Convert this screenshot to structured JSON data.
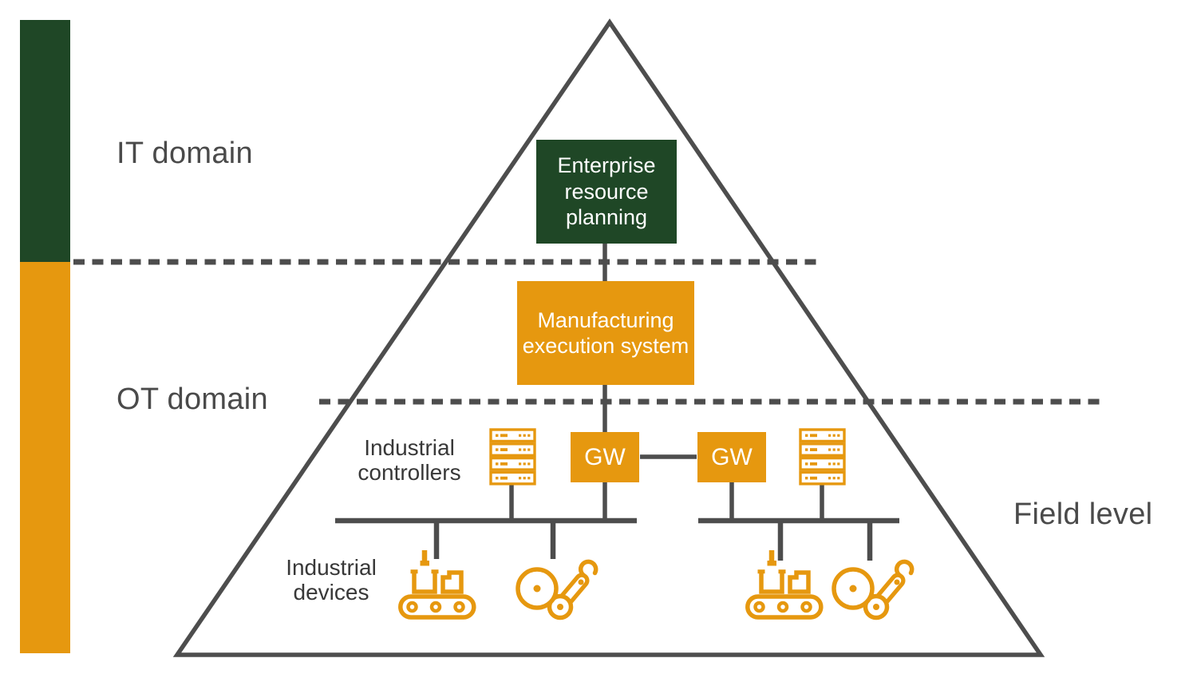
{
  "diagram": {
    "title_visible": false,
    "type": "automation-pyramid",
    "domains": {
      "it_label": "IT domain",
      "ot_label": "OT domain",
      "field_label": "Field level"
    },
    "nodes": {
      "erp": "Enterprise resource planning",
      "mes": "Manufacturing execution system",
      "gw_left": "GW",
      "gw_right": "GW"
    },
    "labels": {
      "industrial_controllers": "Industrial controllers",
      "industrial_devices": "Industrial devices"
    },
    "icons": {
      "left_server_stack": "server-stack-icon",
      "right_server_stack": "server-stack-icon",
      "left_conveyor": "conveyor-belt-icon",
      "left_robot": "robot-arm-icon",
      "right_conveyor": "conveyor-belt-icon",
      "right_robot": "robot-arm-icon"
    },
    "colors": {
      "it_green": "#1F4726",
      "ot_orange": "#E6980F",
      "line_gray": "#4D4D4D",
      "label_gray": "#4A4A4A",
      "box_text": "#FFFFFF"
    },
    "structure_notes": "Pyramid outline; dashed boundary between IT and OT domains; dashed boundary between OT domain and field level; ERP connects down to MES, MES to left GW, GW to GW horizontally; two field buses with servers, gateways, conveyors and robot arms"
  }
}
